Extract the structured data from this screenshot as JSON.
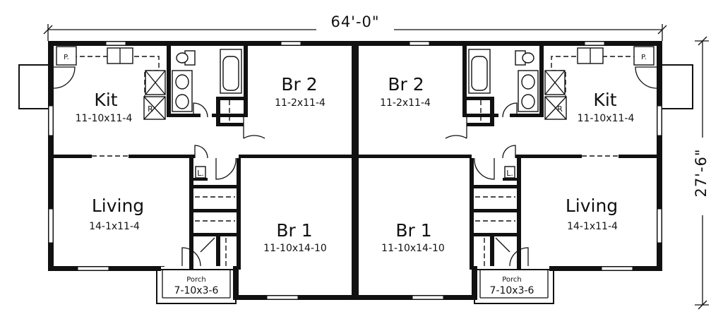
{
  "dimensions": {
    "overall_width": "64'-0\"",
    "overall_depth": "27'-6\""
  },
  "units": [
    {
      "kitchen": {
        "name": "Kit",
        "size": "11-10x11-4"
      },
      "bedroom2": {
        "name": "Br 2",
        "size": "11-2x11-4"
      },
      "living": {
        "name": "Living",
        "size": "14-1x11-4"
      },
      "bedroom1": {
        "name": "Br 1",
        "size": "11-10x14-10"
      },
      "porch": {
        "name": "Porch",
        "size": "7-10x3-6"
      },
      "pantry": "P.",
      "refrigerator": "R",
      "linen": "L."
    },
    {
      "kitchen": {
        "name": "Kit",
        "size": "11-10x11-4"
      },
      "bedroom2": {
        "name": "Br 2",
        "size": "11-2x11-4"
      },
      "living": {
        "name": "Living",
        "size": "14-1x11-4"
      },
      "bedroom1": {
        "name": "Br 1",
        "size": "11-10x14-10"
      },
      "porch": {
        "name": "Porch",
        "size": "7-10x3-6"
      },
      "pantry": "P.",
      "refrigerator": "R",
      "linen": "L."
    }
  ]
}
